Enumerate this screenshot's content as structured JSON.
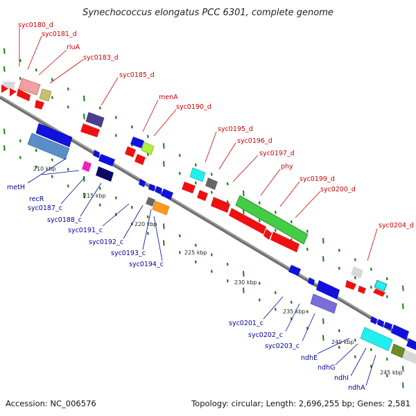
{
  "title": "Synechococcus elongatus PCC 6301, complete genome",
  "footer": {
    "accession": "Accession: NC_006576",
    "summary": "Topology: circular; Length: 2,696,255 bp; Genes: 2,581"
  },
  "colors": {
    "forward_label": "#cc0000",
    "reverse_label": "#000099",
    "backbone": "#888888",
    "tick": "#1a7a1a"
  },
  "forward_labels": [
    "syc0180_d",
    "syc0181_d",
    "rluA",
    "syc0183_d",
    "syc0185_d",
    "menA",
    "syc0190_d",
    "syc0195_d",
    "syc0196_d",
    "syc0197_d",
    "phy",
    "syc0199_d",
    "syc0200_d",
    "syc0204_d"
  ],
  "reverse_labels": [
    "metH",
    "recR",
    "syc0187_c",
    "syc0188_c",
    "syc0191_c",
    "syc0192_c",
    "syc0193_c",
    "syc0194_c",
    "syc0201_c",
    "syc0202_c",
    "syc0203_c",
    "ndhE",
    "ndhG",
    "ndhI",
    "ndhA"
  ],
  "kbp_labels": [
    "210 kbp",
    "215 kbp",
    "220 kbp",
    "225 kbp",
    "230 kbp",
    "235 kbp",
    "240 kbp",
    "245 kbp"
  ]
}
